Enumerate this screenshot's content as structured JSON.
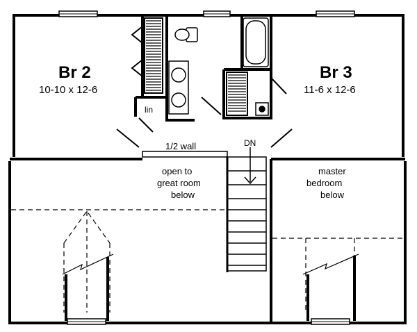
{
  "rooms": {
    "br2": {
      "name": "Br 2",
      "dims": "10-10 x 12-6"
    },
    "br3": {
      "name": "Br 3",
      "dims": "11-6 x 12-6"
    },
    "linen": {
      "label": "lin"
    }
  },
  "notes": {
    "half_wall": "1/2 wall",
    "stair_dn": "DN",
    "open_to": [
      "open to",
      "great room",
      "below"
    ],
    "master": [
      "master",
      "bedroom",
      "below"
    ]
  }
}
